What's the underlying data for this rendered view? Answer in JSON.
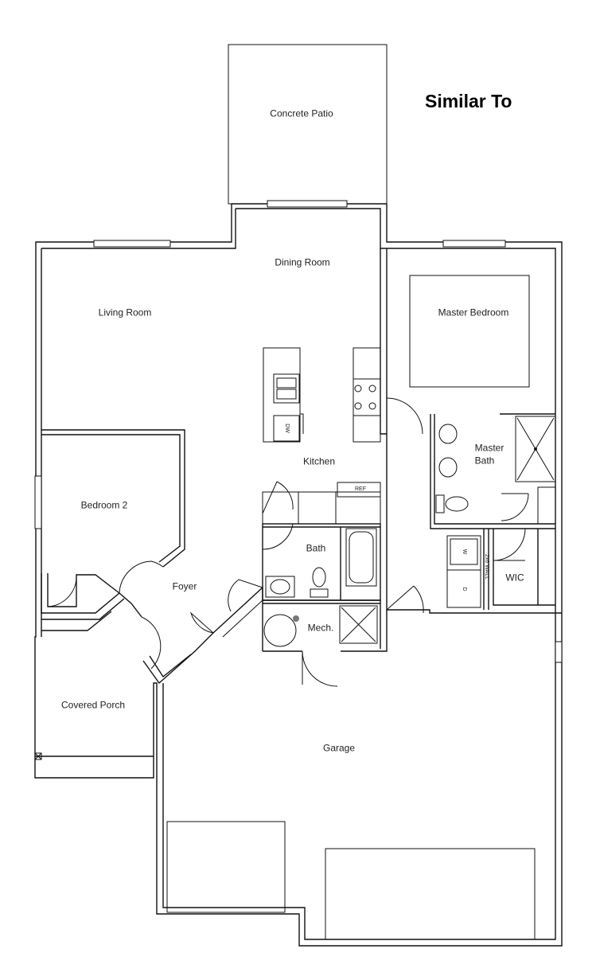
{
  "header": {
    "title": "Similar To"
  },
  "rooms": {
    "concrete_patio": "Concrete Patio",
    "dining_room": "Dining Room",
    "living_room": "Living Room",
    "master_bedroom": "Master Bedroom",
    "kitchen": "Kitchen",
    "bedroom_2": "Bedroom 2",
    "master_bath_1": "Master",
    "master_bath_2": "Bath",
    "bath": "Bath",
    "foyer": "Foyer",
    "mech": "Mech.",
    "wic": "WIC",
    "covered_porch": "Covered Porch",
    "garage": "Garage"
  },
  "fixtures": {
    "dishwasher": "DW",
    "refrigerator": "REF",
    "washer": "W",
    "dryer": "D",
    "wall_note": "2x6 WALL"
  }
}
